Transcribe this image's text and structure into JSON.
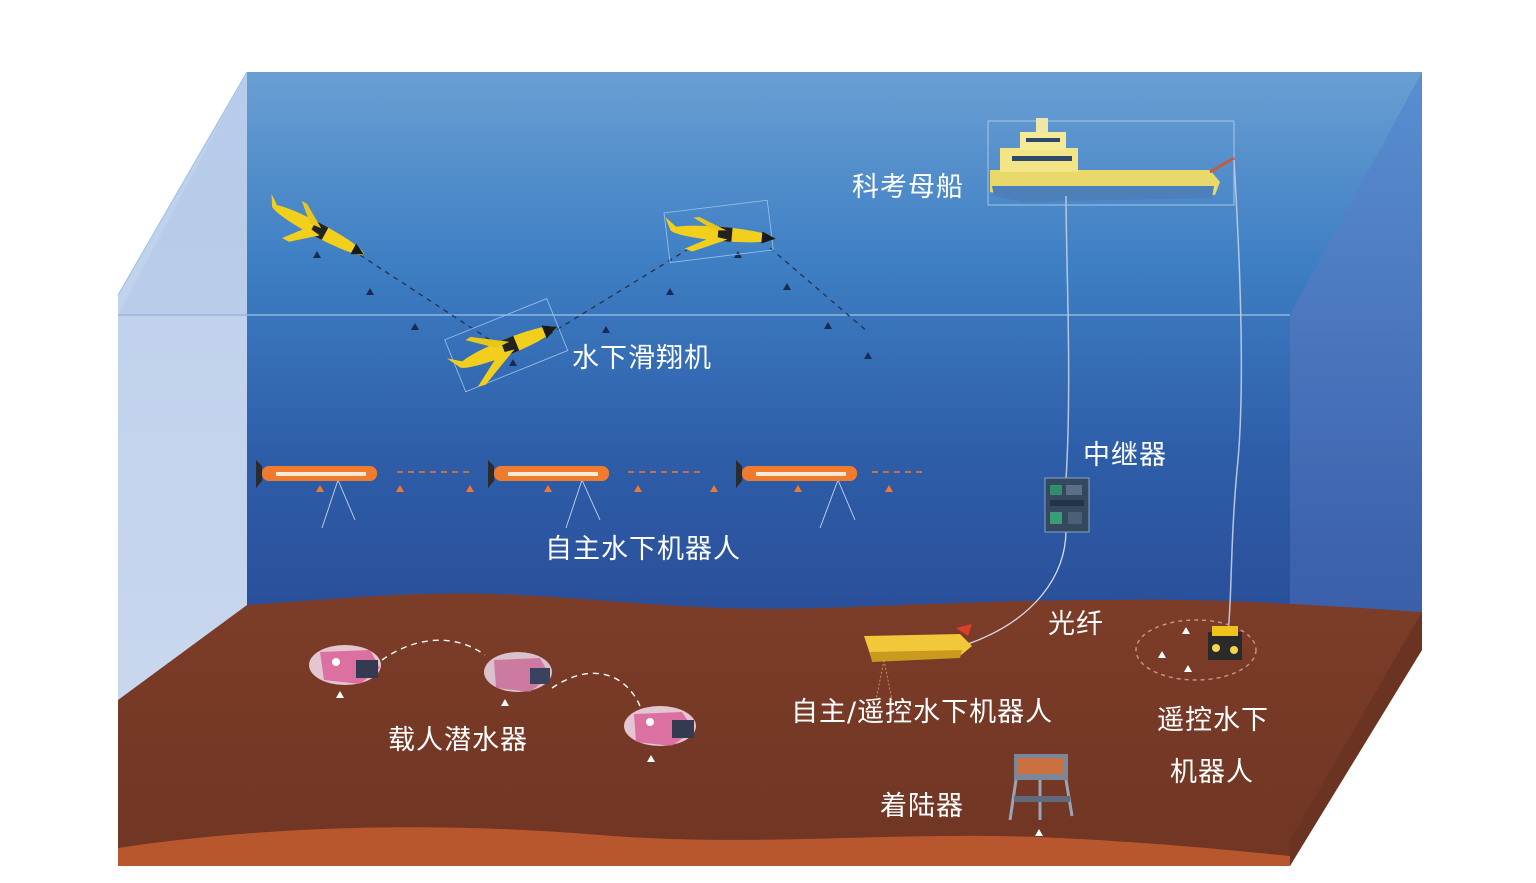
{
  "labels": {
    "mother_ship": "科考母船",
    "glider": "水下滑翔机",
    "relay": "中继器",
    "auv": "自主水下机器人",
    "fiber": "光纤",
    "hov": "载人潜水器",
    "arov": "自主/遥控水下机器人",
    "rov_line1": "遥控水下",
    "rov_line2": "机器人",
    "lander": "着陆器"
  },
  "colors": {
    "water_top": "#6a9fd2",
    "water_deep": "#2c57a6",
    "seabed": "#7a3c28",
    "seabed_front": "#b8562e",
    "glider_body": "#f2cf1c",
    "auv_body": "#f07a2e",
    "ship_hull": "#e9d96a",
    "label_text": "#ffffff"
  }
}
